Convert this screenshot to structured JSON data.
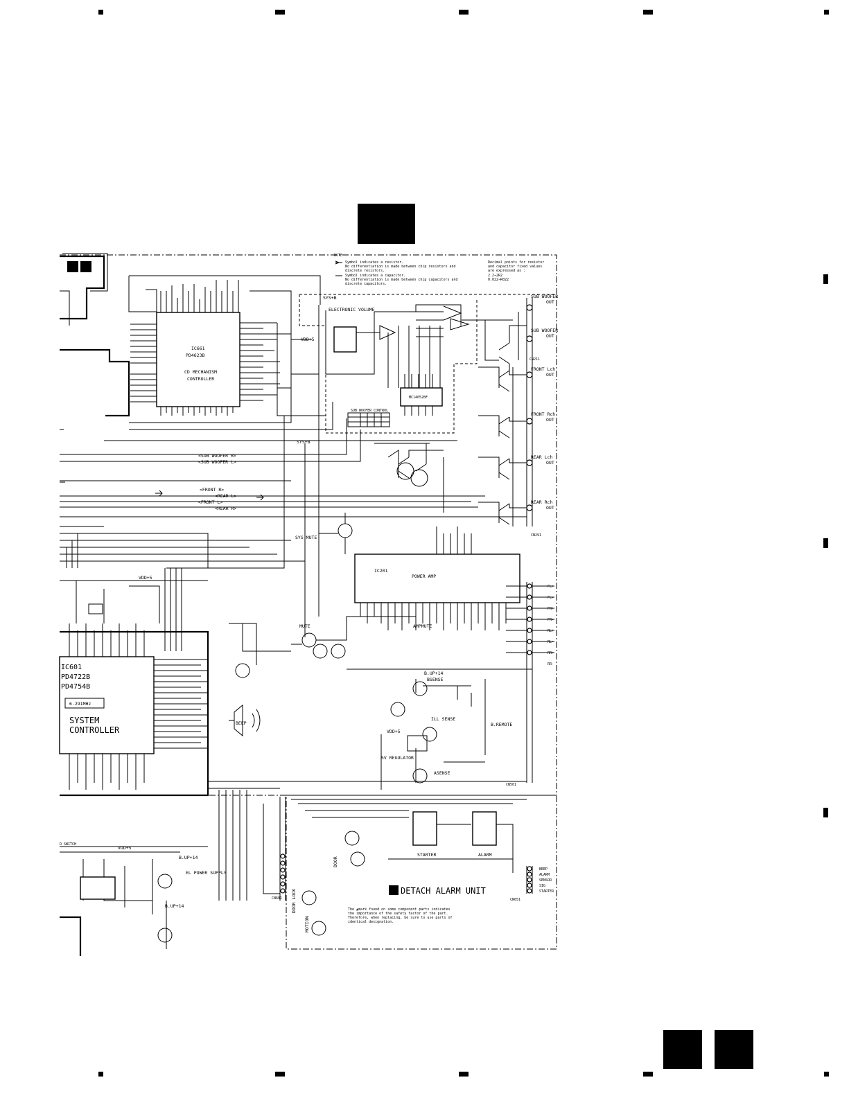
{
  "note": {
    "title": "NOTE",
    "resistor_line1": "Symbol indicates a resistor.",
    "resistor_line2": "No differentiation is made between chip resistors and",
    "resistor_line3": "discrete resistors.",
    "capacitor_line1": "Symbol indicates a capacitor.",
    "capacitor_line2": "No differentiation is made between chip capacitors and",
    "capacitor_line3": "discrete capacitors.",
    "decimal_line1": "Decimal points for resistor",
    "decimal_line2": "and capacitor fixed values",
    "decimal_line3": "are expressed as :",
    "decimal_line4": "2.2→2R2",
    "decimal_line5": "0.022→R022"
  },
  "safety_note": {
    "line1": "The ▲mark found on some component parts indicates",
    "line2": "the importance of the safety factor of the part.",
    "line3": "Therefore, when replacing, be sure to use parts of",
    "line4": "identical designation."
  },
  "ic661": {
    "ref": "IC661",
    "part": "PD4623B",
    "name1": "CD MECHANISM",
    "name2": "CONTROLLER"
  },
  "ic601": {
    "ref": "IC601",
    "part1": "PD4722B",
    "part2": "PD4754B",
    "crystal": "6.291MHz",
    "name1": "SYSTEM",
    "name2": "CONTROLLER"
  },
  "ic201": {
    "ref": "IC201",
    "name": "POWER AMP"
  },
  "ic_sub": {
    "part": "MC14052BF"
  },
  "sections": {
    "electronic_volume": "ELECTRONIC VOLUME",
    "sub_woofer_control": "SUB WOOFER CONTROL",
    "detach_alarm": "DETACH ALARM UNIT",
    "sys_mute": "SYS MUTE",
    "mute": "MUTE",
    "amp_mute": "AMPMUTE",
    "bsense": "BSENSE",
    "ill_sense": "ILL SENSE",
    "b_remote": "B.REMOTE",
    "sv_regulator": "5V REGULATOR",
    "asense": "ASENSE",
    "el_power": "EL POWER SUPPLY",
    "starter": "STARTER",
    "alarm": "ALARM",
    "door": "DOOR",
    "motion": "MOTION",
    "door_lock": "DOOR LOCK",
    "beep": "BEEP",
    "d_switch": "D SWITCH",
    "vdd1": "VDD+5",
    "vdd2": "VDD+5",
    "vdd3": "VDD+5",
    "vdd4": "VDD+5",
    "sysb_top": "SYS+B",
    "sysb_mid": "SYS+B",
    "bup1": "B.UP+14",
    "bup2": "B.UP+14",
    "bup3": "B.UP+14"
  },
  "buses": {
    "sub_woofer_r": "<SUB WOOFER R>",
    "sub_woofer_l": "<SUB WOOFER L>",
    "front_r": "<FRONT R>",
    "rear_l": "<REAR L>",
    "front_l": "<FRONT L>",
    "rear_r": "<REAR R>"
  },
  "outputs": [
    {
      "label": "SUB WOOFER",
      "sub": "OUT"
    },
    {
      "label": "SUB WOOFER",
      "sub": "OUT"
    },
    {
      "label": "FRONT Lch",
      "sub": "OUT"
    },
    {
      "label": "FRONT Rch",
      "sub": "OUT"
    },
    {
      "label": "REAR Lch",
      "sub": "OUT"
    },
    {
      "label": "REAR Rch",
      "sub": "OUT"
    }
  ],
  "speaker_pins": [
    "FL+",
    "FL-",
    "FR+",
    "FR-",
    "RL+",
    "RL-",
    "RR+",
    "RR-"
  ],
  "alarm_pins": [
    "BEEP",
    "ALARM",
    "SENSOR",
    "SIG",
    "STARTER"
  ],
  "connectors": {
    "cn291": "CN291",
    "cn501": "CN501",
    "cn651": "CN651",
    "cn601": "CN601",
    "cn211": "CN211"
  }
}
